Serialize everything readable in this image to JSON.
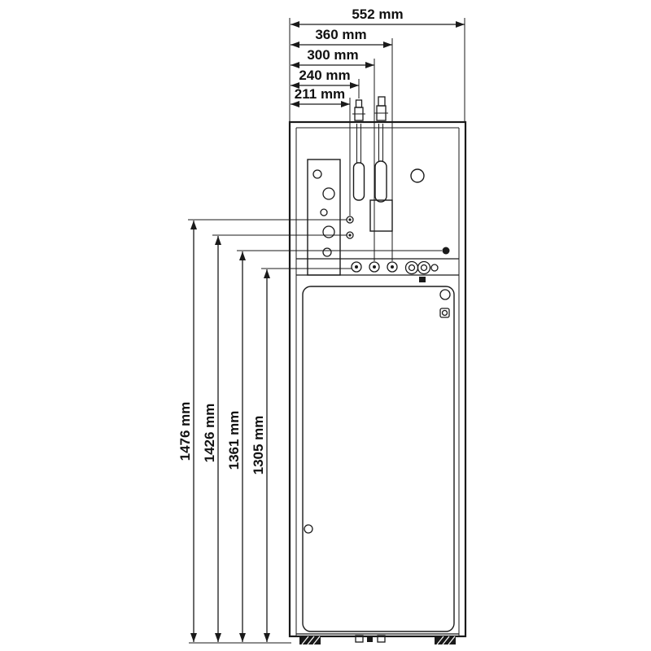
{
  "colors": {
    "background": "#ffffff",
    "line": "#1a1a1a",
    "text": "#111111"
  },
  "dimensions": {
    "unit": "mm",
    "horizontal": [
      {
        "label": "552 mm"
      },
      {
        "label": "360 mm"
      },
      {
        "label": "300 mm"
      },
      {
        "label": "240 mm"
      },
      {
        "label": "211 mm"
      }
    ],
    "vertical": [
      {
        "label": "1476 mm"
      },
      {
        "label": "1426 mm"
      },
      {
        "label": "1361 mm"
      },
      {
        "label": "1305 mm"
      }
    ]
  }
}
